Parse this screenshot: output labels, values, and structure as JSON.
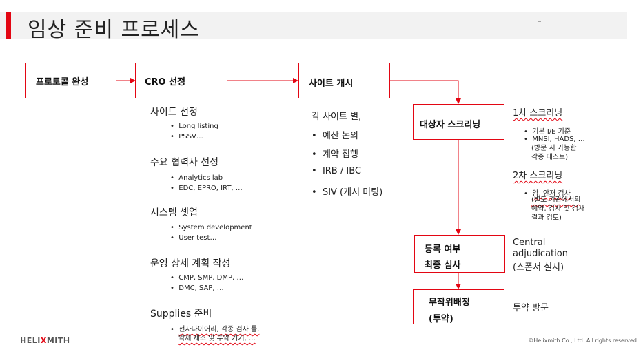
{
  "title": "임상 준비 프로세스",
  "title_mini": "–",
  "colors": {
    "accent": "#e30613",
    "title_bg": "#f2f2f2"
  },
  "boxes": {
    "protocol": "프로토콜 완성",
    "cro": "CRO 선정",
    "site_open": "사이트 개시",
    "screening": "대상자 스크리닝",
    "enroll_line1": "등록 여부",
    "enroll_line2": "최종 심사",
    "random_line1": "무작위배정",
    "random_line2": "(투약)"
  },
  "cro_details": [
    {
      "head": "사이트 선정",
      "items": [
        "Long listing",
        "PSSV…"
      ]
    },
    {
      "head": "주요 협력사 선정",
      "items": [
        "Analytics lab",
        "EDC, EPRO, IRT, …"
      ]
    },
    {
      "head": "시스템 셋업",
      "items": [
        "System development",
        "User test…"
      ]
    },
    {
      "head": "운영 상세 계획 작성",
      "items": [
        "CMP, SMP, DMP, …",
        "DMC, SAP, …"
      ]
    },
    {
      "head": "Supplies 준비",
      "items": [
        "전자다이어리, 각종 검사 툴,",
        "약제 제조 및 투약 기기, …"
      ]
    }
  ],
  "site_details": {
    "intro": "각 사이트 별,",
    "items": [
      "예산 논의",
      "계약 집행",
      "IRB / IBC",
      "SIV (개시 미팅)"
    ]
  },
  "screening_details": {
    "first_head": "1차 스크리닝",
    "first_items": [
      "기본 I/E 기준",
      "MNSI, HADS, …"
    ],
    "first_note": [
      "(방문 시 가능한",
      "각종 테스트)"
    ],
    "second_head": "2차 스크리닝",
    "second_items": [
      "암, 안저 검사"
    ],
    "second_note": [
      "(별도 기관에서의",
      "예약, 검사 및 검사",
      "결과 검토)"
    ]
  },
  "enroll_note": [
    "Central",
    "adjudication",
    "(스폰서 실시)"
  ],
  "random_note": "투약 방문",
  "footer": {
    "logo_left": "HELI",
    "logo_x": "X",
    "logo_right": "MITH",
    "copyright": "©Helixmith Co., Ltd. All rights reserved"
  }
}
